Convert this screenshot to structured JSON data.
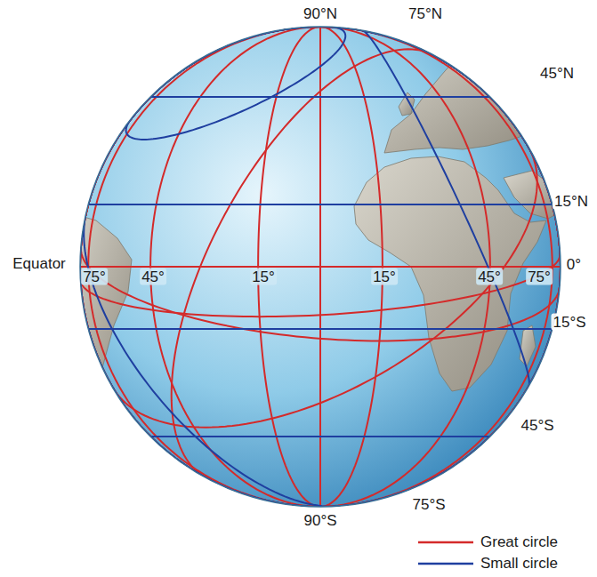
{
  "diagram": {
    "labels": [
      "90°N",
      "75°N",
      "45°N",
      "15°N",
      "Equator",
      "75°",
      "45°",
      "15°",
      "15°",
      "45°",
      "75°",
      "0°",
      "15°S",
      "45°S",
      "75°S",
      "90°S"
    ],
    "legend": [
      {
        "text": "Great circle"
      },
      {
        "text": "Small circle"
      }
    ]
  }
}
